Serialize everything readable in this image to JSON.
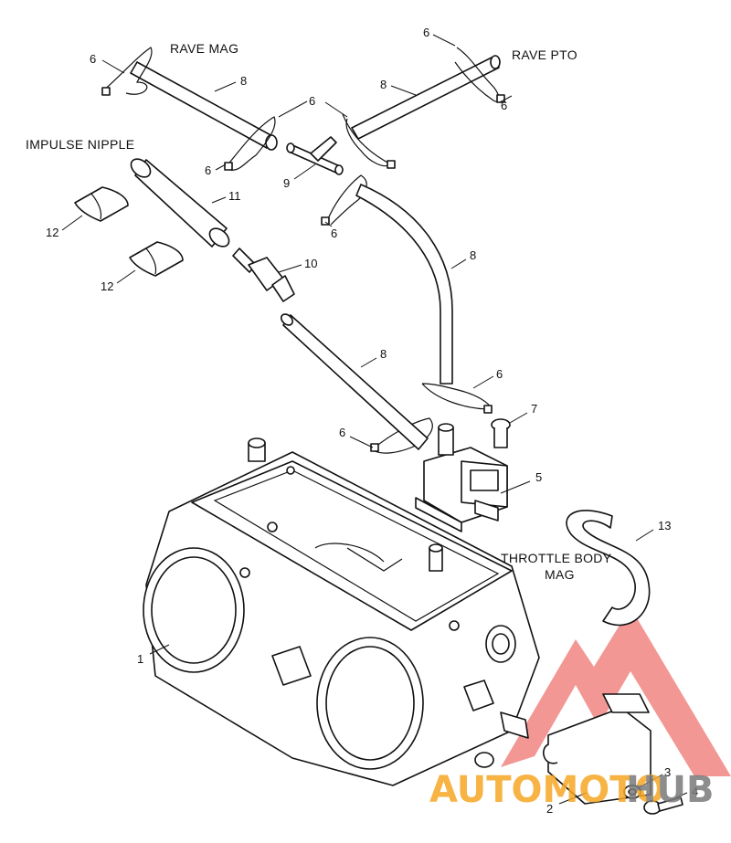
{
  "captions": {
    "rave_mag": "RAVE MAG",
    "rave_pto": "RAVE PTO",
    "impulse_nipple": "IMPULSE NIPPLE",
    "throttle_body_mag_1": "THROTTLE BODY",
    "throttle_body_mag_2": "MAG"
  },
  "callouts": {
    "c1": "1",
    "c2": "2",
    "c3": "3",
    "c4": "4",
    "c5": "5",
    "c6a": "6",
    "c6b": "6",
    "c6c": "6",
    "c6d": "6",
    "c6e": "6",
    "c6f": "6",
    "c6g": "6",
    "c6h": "6",
    "c7": "7",
    "c8a": "8",
    "c8b": "8",
    "c8c": "8",
    "c8d": "8",
    "c9": "9",
    "c10": "10",
    "c11": "11",
    "c12a": "12",
    "c12b": "12",
    "c13": "13"
  },
  "watermark": {
    "part1": "AUTOMOTO",
    "part2": "HUB",
    "color_orange": "#f6a623",
    "color_gray": "#7a7a7a",
    "color_red": "#e8413c"
  }
}
